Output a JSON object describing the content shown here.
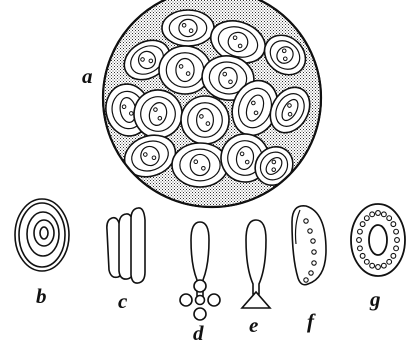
{
  "figure": {
    "labels": {
      "a": "a",
      "b": "b",
      "c": "c",
      "d": "d",
      "e": "e",
      "f": "f",
      "g": "g"
    }
  },
  "colors": {
    "ink": "#111111",
    "stipple": "#8a8a8a",
    "paper": "#ffffff"
  }
}
